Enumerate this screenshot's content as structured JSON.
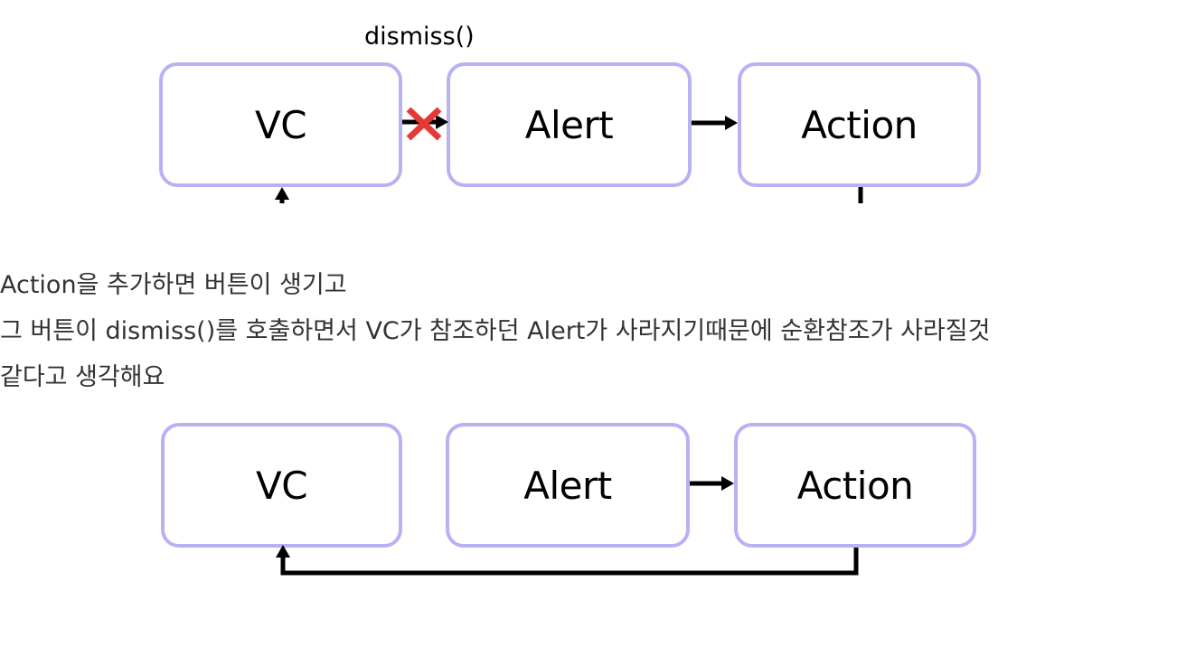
{
  "colors": {
    "box_border": "#b7b3f2",
    "arrow": "#000000",
    "cross_mark": "#e53935",
    "body_text": "#333333"
  },
  "diagram_before": {
    "method_label": "dismiss()",
    "boxes": {
      "vc": "VC",
      "alert": "Alert",
      "action": "Action"
    },
    "cross_icon": "cross-mark-icon"
  },
  "explanation": {
    "line1": "Action을 추가하면 버튼이 생기고",
    "line2": "그 버튼이 dismiss()를 호출하면서 VC가 참조하던 Alert가 사라지기때문에 순환참조가 사라질것",
    "line3": "같다고 생각해요"
  },
  "diagram_after": {
    "boxes": {
      "vc": "VC",
      "alert": "Alert",
      "action": "Action"
    }
  }
}
